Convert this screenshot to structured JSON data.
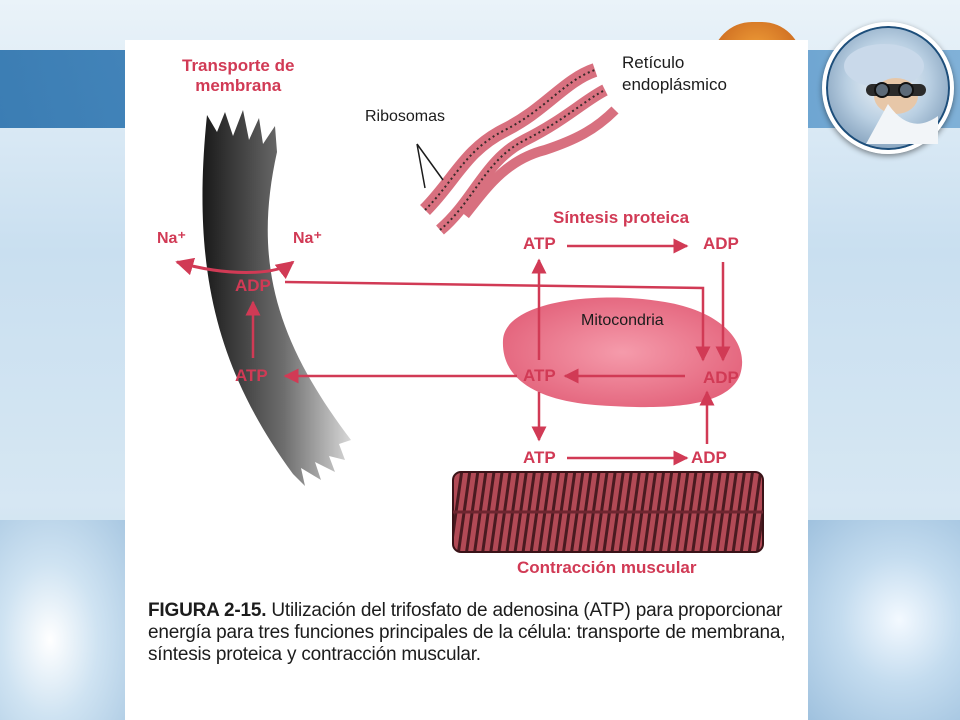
{
  "slide": {
    "accent_color": "#d13a55",
    "band_color": "#2f7ab7",
    "decoration": [
      "surgeon-photo",
      "lab-glassware"
    ]
  },
  "figure": {
    "labels": {
      "transporte": "Transporte de\nmembrana",
      "reticulo": "Retículo\nendoplásmico",
      "ribosomas": "Ribosomas",
      "sintesis": "Síntesis proteica",
      "na_left": "Na⁺",
      "na_right": "Na⁺",
      "adp_membrane": "ADP",
      "atp_membrane": "ATP",
      "mitocondria": "Mitocondria",
      "atp_synthesis": "ATP",
      "adp_synthesis": "ADP",
      "atp_mito": "ATP",
      "adp_mito": "ADP",
      "atp_muscle": "ATP",
      "adp_muscle": "ADP",
      "contraccion": "Contracción muscular"
    },
    "caption": {
      "number": "FIGURA 2-15.",
      "text": "Utilización del trifosfato de adenosina (ATP) para proporcionar energía para tres funciones principales de la célula: transporte de membrana, síntesis proteica y contracción muscular."
    }
  }
}
